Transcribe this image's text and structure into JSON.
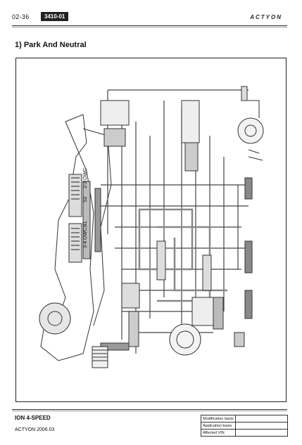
{
  "header": {
    "page_number": "02-36",
    "section_code": "3410-01",
    "brand": "ACTYON"
  },
  "page_title": "1) Park And Neutral",
  "diagram": {
    "labels": {
      "s2": "S2",
      "b1": "B1",
      "owc_1": "2-3 OWC",
      "owc_2": "3-4 OWC"
    }
  },
  "footer": {
    "title": "ION 4-SPEED",
    "subtitle": "ACTYON 2006.03",
    "revision_rows": [
      {
        "label": "Modification basis",
        "value": ""
      },
      {
        "label": "Application basis",
        "value": ""
      },
      {
        "label": "Affected VIN",
        "value": ""
      }
    ]
  }
}
